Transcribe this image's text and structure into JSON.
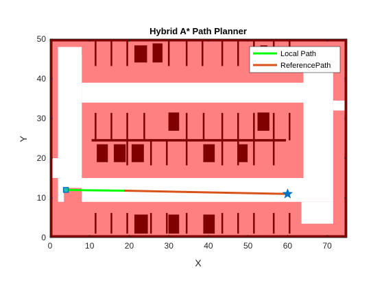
{
  "chart_data": {
    "type": "line",
    "title": "Hybrid A* Path Planner",
    "xlabel": "X",
    "ylabel": "Y",
    "xlim": [
      0,
      75
    ],
    "ylim": [
      0,
      50
    ],
    "xticks": [
      0,
      10,
      20,
      30,
      40,
      50,
      60,
      70
    ],
    "yticks": [
      0,
      10,
      20,
      30,
      40,
      50
    ],
    "grid": false,
    "legend_position": "top-right",
    "colors": {
      "costmap_inflated": "#ff8080",
      "obstacle": "#800000",
      "free_space": "#ffffff",
      "local_path": "#00ff00",
      "reference_path": "#d95319",
      "start_marker": "#0072bd",
      "goal_marker": "#0072bd"
    },
    "series": [
      {
        "name": "Local Path",
        "x": [
          4,
          19
        ],
        "y": [
          12,
          11.8
        ]
      },
      {
        "name": "ReferencePath",
        "x": [
          19,
          60
        ],
        "y": [
          11.8,
          11
        ]
      }
    ],
    "start": {
      "x": 4,
      "y": 12
    },
    "goal": {
      "x": 60,
      "y": 11
    },
    "map": {
      "inflated_regions": [
        [
          0,
          0,
          75,
          50
        ],
        [
          8,
          39,
          64,
          50
        ],
        [
          8,
          15,
          64,
          34
        ],
        [
          8,
          0,
          64,
          9
        ]
      ],
      "free_regions": [
        [
          2,
          2,
          74,
          48
        ],
        [
          8,
          13,
          64,
          41.5
        ]
      ],
      "obstacles": [
        [
          0,
          0,
          75,
          0.6
        ],
        [
          0,
          49.4,
          75,
          50
        ],
        [
          0,
          0,
          0.6,
          50
        ],
        [
          74.4,
          0,
          75,
          50
        ],
        [
          21.3,
          44.1,
          24.5,
          48.4
        ],
        [
          25.9,
          44.1,
          28.4,
          48.9
        ],
        [
          53.1,
          45.6,
          54.9,
          48.4
        ],
        [
          11.8,
          19,
          14.6,
          23.5
        ],
        [
          16.1,
          19,
          19.1,
          23.5
        ],
        [
          20.6,
          19,
          23.7,
          23.5
        ],
        [
          29.9,
          26.9,
          32.6,
          31.5
        ],
        [
          38.7,
          19,
          41.6,
          23.5
        ],
        [
          47.4,
          19,
          49.9,
          23.5
        ],
        [
          52.4,
          26.9,
          55.4,
          31.5
        ],
        [
          21.3,
          1,
          24.7,
          5.8
        ],
        [
          29.9,
          1,
          32.6,
          5.8
        ],
        [
          38.7,
          1,
          41.6,
          5.8
        ],
        [
          10.5,
          24.2,
          59.6,
          24.8
        ]
      ],
      "wall_lines_top": [
        11.5,
        15.5,
        19.5,
        30,
        34.5,
        38.5,
        43.5,
        47.5,
        51.5,
        56.5,
        60.5
      ],
      "wall_lines_mid_upper": [
        11.5,
        15.5,
        19.5,
        23.8,
        34.5,
        38.8,
        43.5,
        47.5,
        51.5,
        56.5,
        60.5
      ],
      "wall_lines_mid_lower": [
        19.5,
        25.5,
        29.5,
        34.5,
        43.5,
        47.5,
        51.5,
        56.5
      ],
      "wall_lines_bottom": [
        11.5,
        15.5,
        19.5,
        25.5,
        29.5,
        34.5,
        43.5,
        47.5,
        51.5,
        56.5,
        60.5
      ]
    }
  }
}
